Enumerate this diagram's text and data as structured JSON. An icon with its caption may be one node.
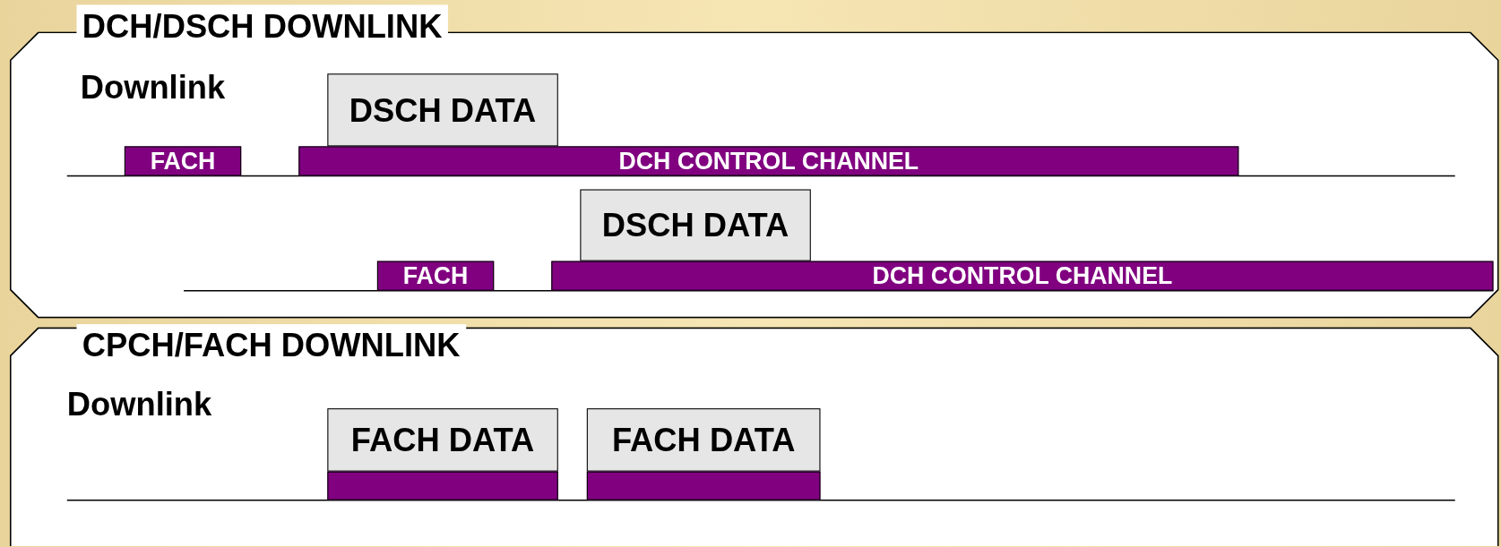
{
  "diagram": {
    "nodes": [
      {
        "text": [
          "DCH/DSCH DOWNLINK"
        ]
      },
      {
        "text": [
          "FACH"
        ],
        "in": 0
      },
      {
        "text": [
          "DSCH DATA"
        ],
        "in": 0
      },
      {
        "text": [
          "DCH CONTROL CHANNEL"
        ],
        "in": 0
      },
      {
        "text": [
          "FACH"
        ],
        "in": 0
      },
      {
        "text": [
          "DSCH DATA"
        ],
        "in": 0
      },
      {
        "text": [
          "DCH CONTROL CHANNEL"
        ],
        "in": 0
      },
      {
        "text": [
          "CPCH/FACH DOWNLINK"
        ]
      },
      {
        "text": [
          "FACH DATA"
        ],
        "in": 7
      },
      {
        "text": [],
        "shape": "bar",
        "in": 7
      },
      {
        "text": [
          "FACH DATA"
        ],
        "in": 7
      },
      {
        "text": [],
        "shape": "bar",
        "in": 7
      }
    ],
    "edges": [],
    "labels": [
      "Downlink",
      "Downlink"
    ]
  }
}
